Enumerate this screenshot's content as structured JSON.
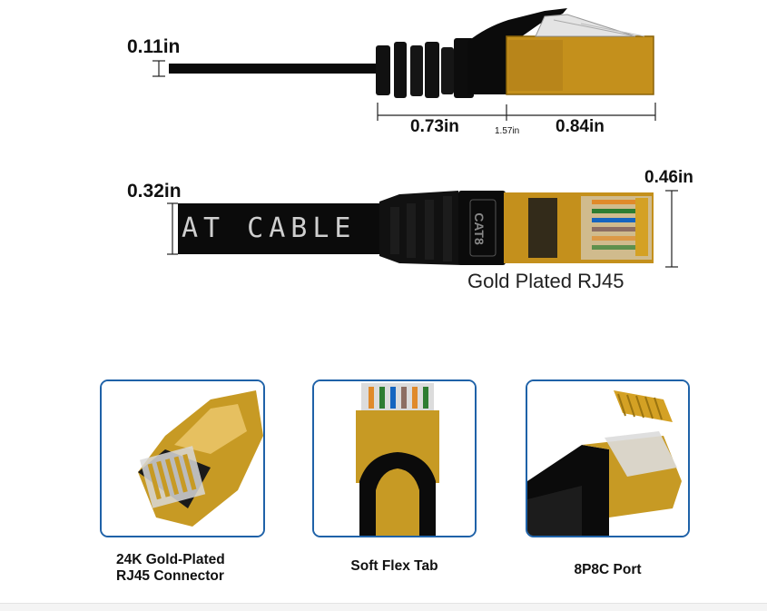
{
  "top_view": {
    "cable_thickness": "0.11in",
    "boot_length": "0.73in",
    "total_length": "1.57in",
    "plug_length": "0.84in"
  },
  "side_view": {
    "cable_width": "0.32in",
    "plug_width": "0.46in",
    "cable_print": "AT CABLE",
    "plug_print": "CAT8",
    "connector_label": "Gold Plated RJ45"
  },
  "features": [
    {
      "caption_line1": "24K Gold-Plated",
      "caption_line2": "RJ45 Connector"
    },
    {
      "caption_line1": "Soft Flex Tab"
    },
    {
      "caption_line1": "8P8C Port"
    }
  ],
  "colors": {
    "gold": "#b8860b",
    "panel_border": "#1f62a8",
    "cable_black": "#0b0b0b"
  }
}
